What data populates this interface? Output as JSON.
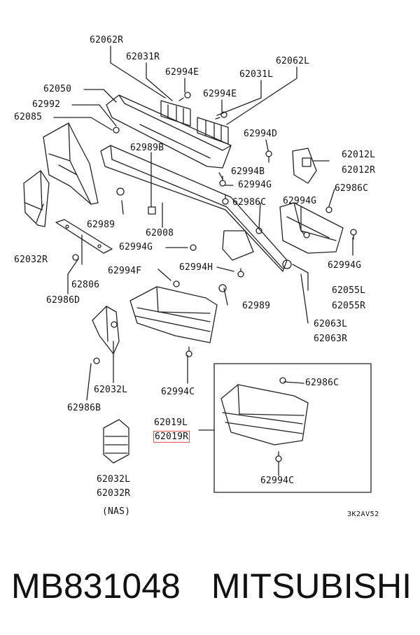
{
  "diagram": {
    "labels": {
      "p62062R": "62062R",
      "p62031R": "62031R",
      "p62994E_a": "62994E",
      "p62062L": "62062L",
      "p62031L": "62031L",
      "p62050": "62050",
      "p62994E_b": "62994E",
      "p62992": "62992",
      "p62085": "62085",
      "p62994D": "62994D",
      "p62989B": "62989B",
      "p62012L": "62012L",
      "p62012R": "62012R",
      "p62994B": "62994B",
      "p62994G_a": "62994G",
      "p62986C_a": "62986C",
      "p62994G_b": "62994G",
      "p62986C_b": "62986C",
      "p62989_a": "62989",
      "p62008": "62008",
      "p62994G_c": "62994G",
      "p62032R": "62032R",
      "p62994G_d": "62994G",
      "p62994H": "62994H",
      "p62994F": "62994F",
      "p62806": "62806",
      "p62055L": "62055L",
      "p62986D": "62986D",
      "p62989_b": "62989",
      "p62055R": "62055R",
      "p62063L": "62063L",
      "p62063R": "62063R",
      "p62986C_c": "62986C",
      "p62032L_a": "62032L",
      "p62994C_a": "62994C",
      "p62986B": "62986B",
      "p62019L": "62019L",
      "p62019R": "62019R",
      "p62032L_b": "62032L",
      "p62032R_b": "62032R",
      "nas": "(NAS)",
      "p62994C_b": "62994C",
      "code": "3K2AV52"
    }
  },
  "caption": {
    "part_number": "MB831048",
    "brand": "MITSUBISHI"
  },
  "colors": {
    "line": "#222222",
    "highlight_box": "#e05555",
    "background": "#ffffff"
  }
}
